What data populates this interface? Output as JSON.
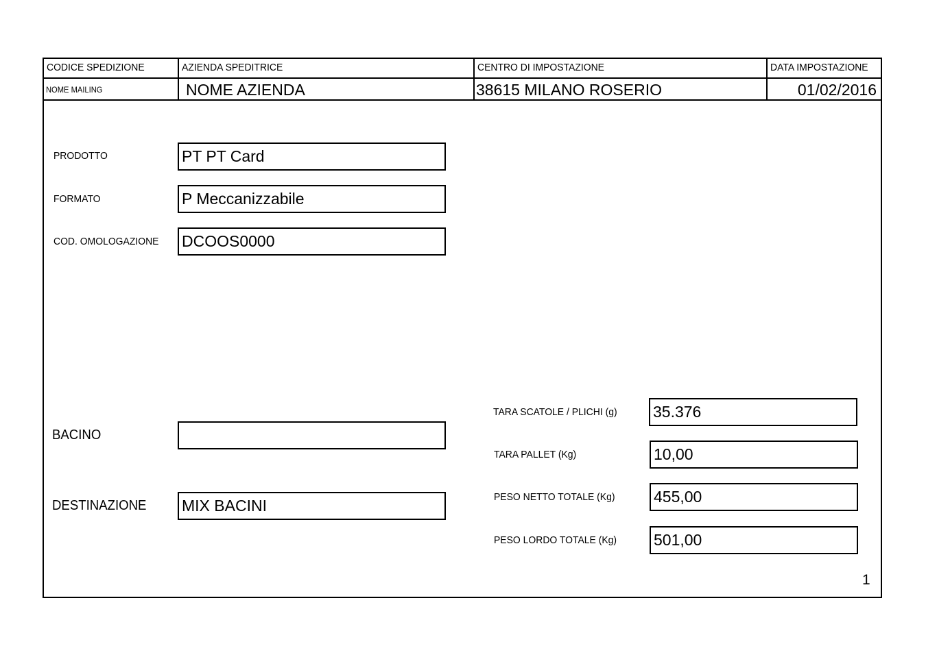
{
  "header": {
    "codice_spedizione_label": "CODICE SPEDIZIONE",
    "azienda_label": "AZIENDA SPEDITRICE",
    "centro_label": "CENTRO DI IMPOSTAZIONE",
    "data_label": "DATA IMPOSTAZIONE",
    "nome_mailing_label": "NOME MAILING",
    "azienda_value": "NOME AZIENDA",
    "centro_value": "38615 MILANO ROSERIO",
    "data_value": "01/02/2016"
  },
  "fields": {
    "prodotto": {
      "label": "PRODOTTO",
      "value": "PT PT Card"
    },
    "formato": {
      "label": "FORMATO",
      "value": "P Meccanizzabile"
    },
    "omologazione": {
      "label": "COD. OMOLOGAZIONE",
      "value": "DCOOS0000"
    },
    "bacino": {
      "label": "BACINO",
      "value": ""
    },
    "destinazione": {
      "label": "DESTINAZIONE",
      "value": "MIX BACINI"
    }
  },
  "weights": {
    "tara_scatole": {
      "label": "TARA SCATOLE / PLICHI (g)",
      "value": "35.376"
    },
    "tara_pallet": {
      "label": "TARA PALLET (Kg)",
      "value": "10,00"
    },
    "peso_netto": {
      "label": "PESO NETTO TOTALE (Kg)",
      "value": "455,00"
    },
    "peso_lordo": {
      "label": "PESO LORDO TOTALE (Kg)",
      "value": "501,00"
    }
  },
  "page_number": "1"
}
